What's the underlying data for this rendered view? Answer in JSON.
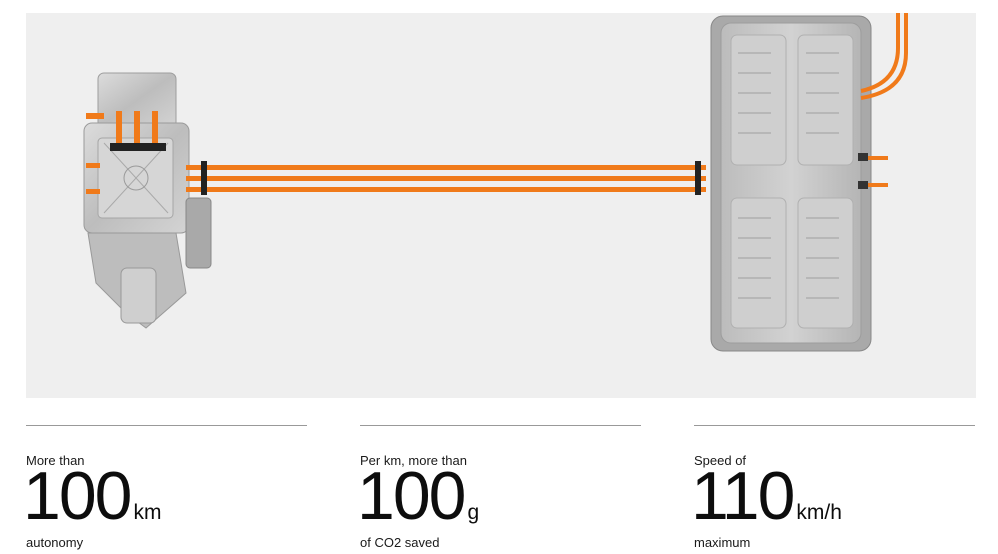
{
  "hero": {
    "image_description_icon": "motor-battery-illustration",
    "colors": {
      "background": "#efefef",
      "cable": "#f07a1a",
      "metal": "#c9c9c9"
    }
  },
  "stats": [
    {
      "pre": "More than",
      "value": "100",
      "unit": "km",
      "post": "autonomy"
    },
    {
      "pre": "Per km, more than",
      "value": "100",
      "unit": "g",
      "post": "of CO2 saved"
    },
    {
      "pre": "Speed of",
      "value": "110",
      "unit": "km/h",
      "post": "maximum"
    }
  ]
}
